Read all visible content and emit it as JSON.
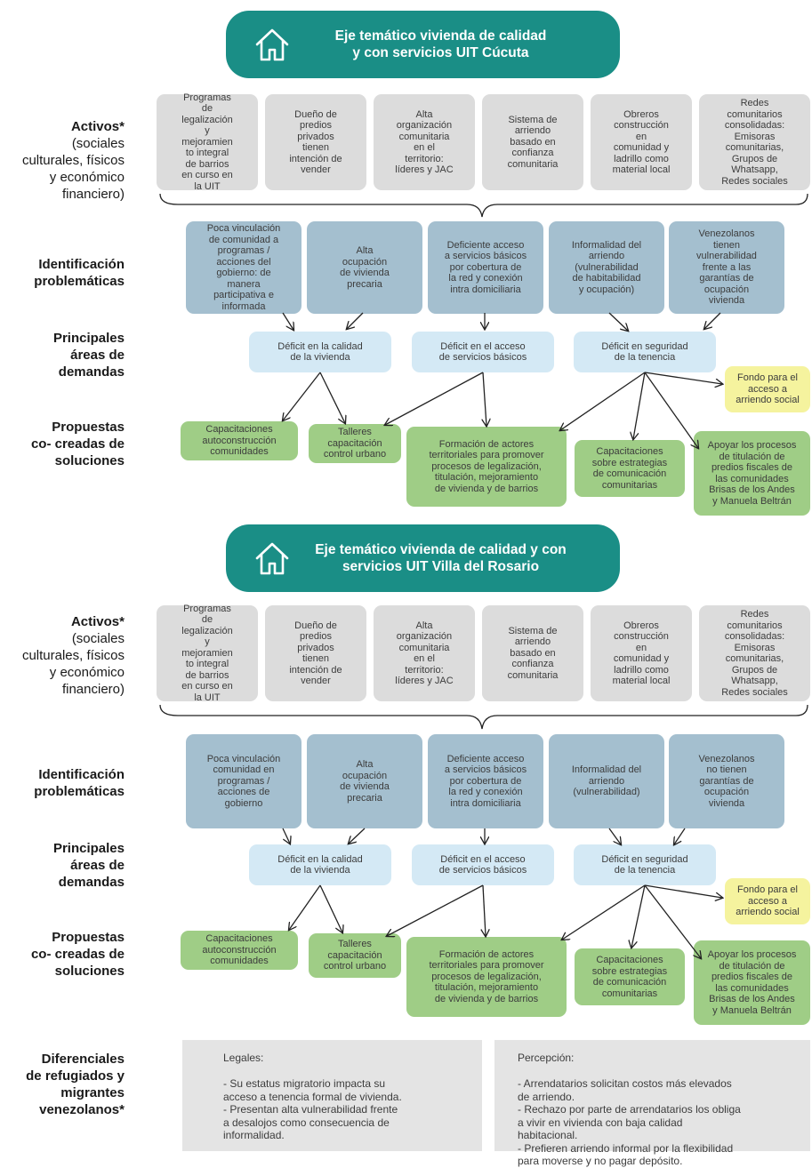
{
  "sections": [
    {
      "title": "Eje temático vivienda de calidad\ny con servicios UIT Cúcuta",
      "row_labels": {
        "activos_bold": "Activos*",
        "activos_rest": "\n(sociales\nculturales, físicos\ny económico\nfinanciero)",
        "identificacion": "Identificación\nproblemáticas",
        "demandas": "Principales\náreas de\ndemandas",
        "propuestas": "Propuestas\nco- creadas de\nsoluciones"
      },
      "assets": [
        "Programas\nde\nlegalización\ny\nmejoramien\nto integral\nde barrios\nen curso en\nla UIT",
        "Dueño de\npredios\nprivados\ntienen\nintención de\nvender",
        "Alta\norganización\ncomunitaria\nen el\nterritorio:\nlíderes y JAC",
        "Sistema de\narriendo\nbasado en\nconfianza\ncomunitaria",
        "Obreros\nconstrucción\nen\ncomunidad y\nladrillo como\nmaterial local",
        "Redes\ncomunitarios\nconsolidadas:\nEmisoras\ncomunitarias,\nGrupos de\nWhatsapp,\nRedes sociales"
      ],
      "problems": [
        "Poca vinculación\nde comunidad a\nprogramas /\nacciones del\ngobierno: de\nmanera\nparticipativa e\ninformada",
        "Alta\nocupación\nde vivienda\nprecaria",
        "Deficiente acceso\na servicios básicos\npor cobertura de\nla red y conexión\nintra domiciliaria",
        "Informalidad del\narriendo\n(vulnerabilidad\nde habitabilidad\ny ocupación)",
        "Venezolanos\ntienen\nvulnerabilidad\nfrente a las\ngarantías de\nocupación\nvivienda"
      ],
      "demands": [
        "Déficit en la calidad\nde la vivienda",
        "Déficit en el acceso\nde servicios básicos",
        "Déficit en seguridad\nde la tenencia"
      ],
      "fund": "Fondo para el\nacceso a\narriendo social",
      "solutions": [
        "Capacitaciones\nautoconstrucción\ncomunidades",
        "Talleres\ncapacitación\ncontrol urbano",
        "Formación de actores\nterritoriales para promover\nprocesos de legalización,\ntitulación, mejoramiento\nde vivienda y de barrios",
        "Capacitaciones\nsobre estrategias\nde comunicación\ncomunitarias",
        "Apoyar los procesos\nde titulación de\npredios fiscales de\nlas comunidades\nBrisas de los Andes\ny Manuela Beltrán"
      ]
    },
    {
      "title": "Eje temático vivienda de calidad y con\nservicios UIT Villa del Rosario",
      "row_labels": {
        "activos_bold": "Activos*",
        "activos_rest": "\n(sociales\nculturales, físicos\ny económico\nfinanciero)",
        "identificacion": "Identificación\nproblemáticas",
        "demandas": "Principales\náreas de\ndemandas",
        "propuestas": "Propuestas\nco- creadas de\nsoluciones"
      },
      "assets": [
        "Programas\nde\nlegalización\ny\nmejoramien\nto integral\nde barrios\nen curso en\nla UIT",
        "Dueño de\npredios\nprivados\ntienen\nintención de\nvender",
        "Alta\norganización\ncomunitaria\nen el\nterritorio:\nlíderes y JAC",
        "Sistema de\narriendo\nbasado en\nconfianza\ncomunitaria",
        "Obreros\nconstrucción\nen\ncomunidad y\nladrillo como\nmaterial local",
        "Redes\ncomunitarios\nconsolidadas:\nEmisoras\ncomunitarias,\nGrupos de\nWhatsapp,\nRedes sociales"
      ],
      "problems": [
        "Poca vinculación\ncomunidad en\nprogramas /\nacciones de\ngobierno",
        "Alta\nocupación\nde vivienda\nprecaria",
        "Deficiente acceso\na servicios básicos\npor cobertura de\nla red y conexión\nintra domiciliaria",
        "Informalidad del\narriendo\n(vulnerabilidad)",
        "Venezolanos\nno tienen\ngarantías de\nocupación\nvivienda"
      ],
      "demands": [
        "Déficit en la calidad\nde la vivienda",
        "Déficit en el acceso\nde servicios básicos",
        "Déficit en seguridad\nde la tenencia"
      ],
      "fund": "Fondo para el\nacceso a\narriendo social",
      "solutions": [
        "Capacitaciones\nautoconstrucción\ncomunidades",
        "Talleres\ncapacitación\ncontrol urbano",
        "Formación de actores\nterritoriales para promover\nprocesos de legalización,\ntitulación, mejoramiento\nde vivienda y de barrios",
        "Capacitaciones\nsobre estrategias\nde comunicación\ncomunitarias",
        "Apoyar los procesos\nde titulación de\npredios fiscales de\nlas comunidades\nBrisas de los Andes\ny Manuela Beltrán"
      ]
    }
  ],
  "differentials": {
    "label": "Diferenciales\nde refugiados y\nmigrantes\nvenezolanos*",
    "legal": "Legales:\n\n- Su estatus migratorio impacta su\nacceso a tenencia formal de vivienda.\n- Presentan alta vulnerabilidad frente\na desalojos como consecuencia de\ninformalidad.",
    "perception": "Percepción:\n\n- Arrendatarios solicitan costos más elevados\nde arriendo.\n- Rechazo por parte de arrendatarios los obliga\na vivir en vivienda con baja calidad\nhabitacional.\n- Prefieren arriendo informal por la flexibilidad\npara moverse y no pagar depósito."
  },
  "colors": {
    "banner": "#1a8e86",
    "asset_gray": "#dcdcdc",
    "problem_blue": "#a4bfcf",
    "demand_light_blue": "#d4e9f5",
    "solution_green": "#9fcd86",
    "fund_yellow": "#f5f39e"
  },
  "icons": [
    "house-icon"
  ]
}
